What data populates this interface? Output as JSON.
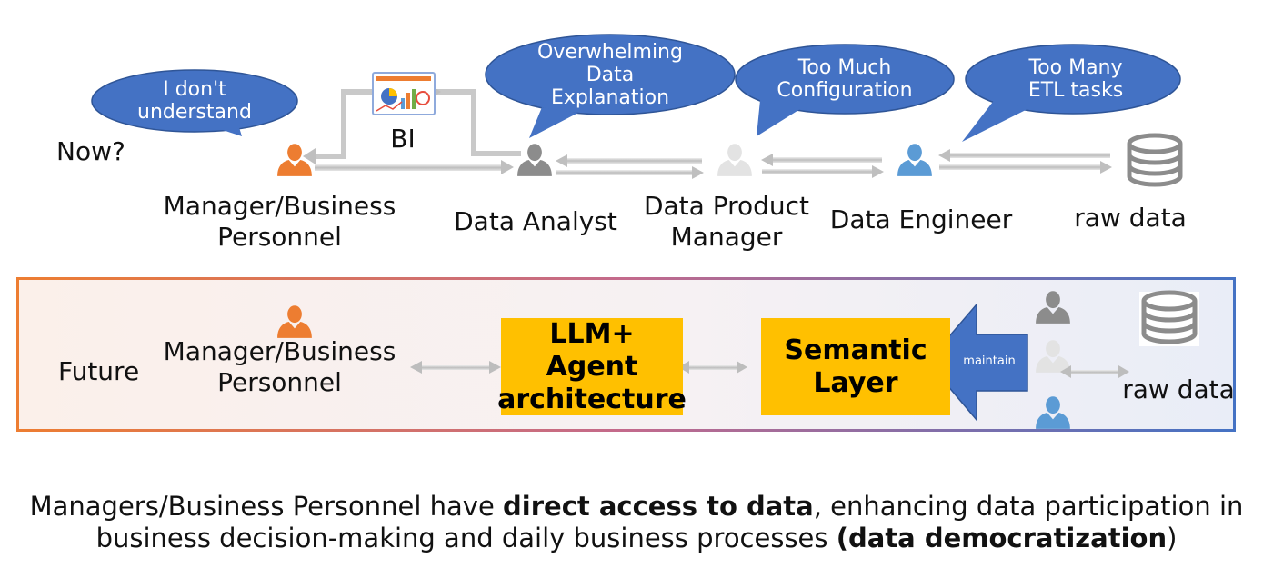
{
  "now": {
    "label": "Now?",
    "bi_label": "BI",
    "roles": {
      "manager": "Manager/Business\nPersonnel",
      "analyst": "Data Analyst",
      "product_manager": "Data Product\nManager",
      "engineer": "Data Engineer",
      "raw": "raw data"
    },
    "bubbles": {
      "manager": "I don't\nunderstand",
      "analyst": "Overwhelming\nData\nExplanation",
      "product_manager": "Too Much\nConfiguration",
      "engineer": "Too Many\nETL tasks"
    }
  },
  "future": {
    "label": "Future",
    "manager": "Manager/Business\nPersonnel",
    "llm_box": "LLM+\nAgent\narchitecture",
    "semantic_box": "Semantic\nLayer",
    "maintain": "maintain",
    "raw": "raw data"
  },
  "caption": {
    "line1_prefix": "Managers/Business Personnel have ",
    "line1_bold": "direct access to data",
    "line1_suffix": ", enhancing data participation in",
    "line2_prefix": "business decision-making and daily business processes ",
    "line2_bold": "(data democratization",
    "line2_suffix": ")"
  },
  "colors": {
    "bubble": "#4472c4",
    "manager_person": "#ed7d31",
    "analyst_person": "#8c8c8c",
    "product_person": "#e3e3e3",
    "engineer_person": "#5b9bd5",
    "box": "#ffc000",
    "arrow_blue": "#4472c4"
  }
}
